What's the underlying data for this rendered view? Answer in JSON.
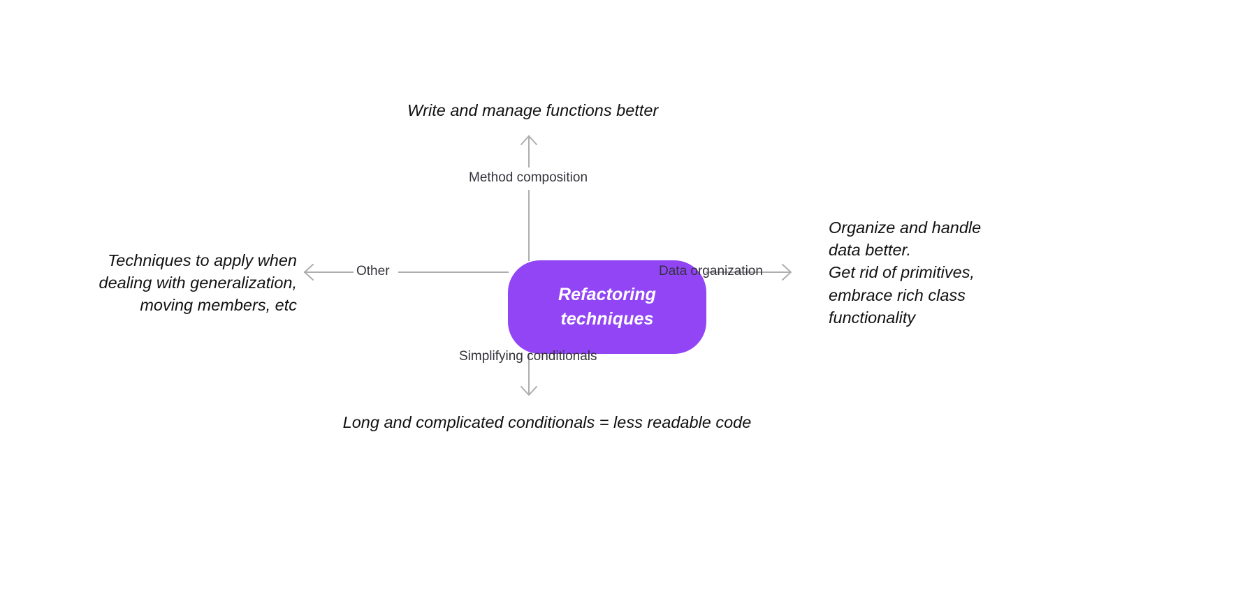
{
  "diagram": {
    "type": "mind-map",
    "title": "Refactoring techniques",
    "background_color": "#ffffff",
    "accent_color": "#9145f5",
    "line_color": "#aeaeae",
    "label_color": "#32323a",
    "outcome_color": "#111111",
    "center": {
      "line1": "Refactoring",
      "line2": "techniques"
    },
    "branches": [
      {
        "direction": "up",
        "label": "Method composition",
        "outcome_lines": [
          "Write and manage functions better"
        ]
      },
      {
        "direction": "right",
        "label": "Data organization",
        "outcome_lines": [
          "Organize and handle",
          "data better.",
          "Get rid of primitives,",
          "embrace rich class",
          "functionality"
        ]
      },
      {
        "direction": "down",
        "label": "Simplifying conditionals",
        "outcome_lines": [
          "Long and complicated conditionals = less readable code"
        ]
      },
      {
        "direction": "left",
        "label": "Other",
        "outcome_lines": [
          "Techniques to apply when",
          "dealing with generalization,",
          "moving members, etc"
        ]
      }
    ]
  }
}
